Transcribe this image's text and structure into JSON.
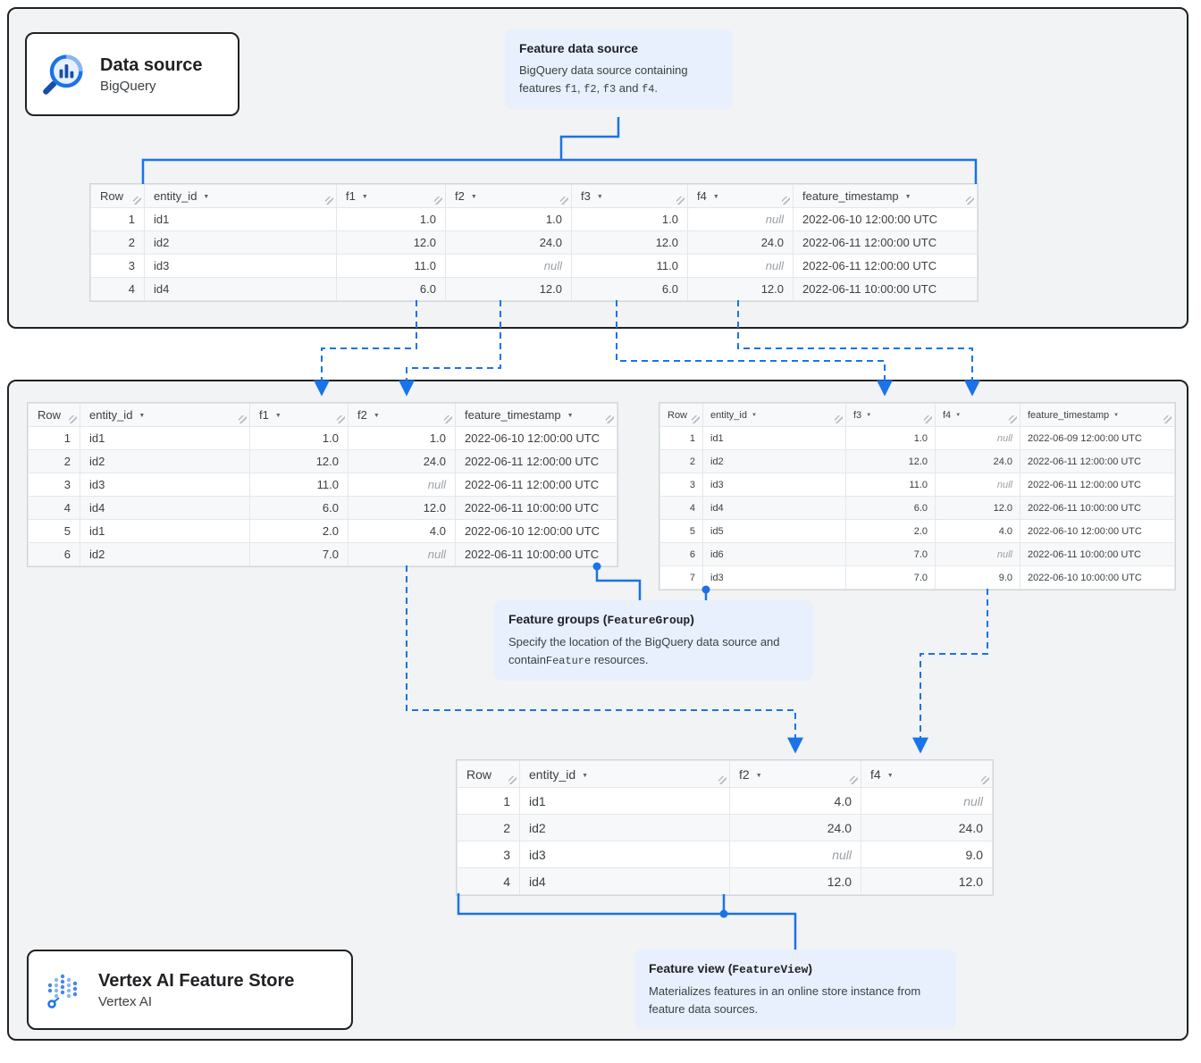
{
  "colors": {
    "accent_blue": "#1a73e8",
    "callout_bg": "#e8f0fe",
    "section_bg": "#f1f3f4",
    "table_header_bg": "#f8f9fa",
    "null_text": "#9aa0a6",
    "section_border": "#202124"
  },
  "cards": {
    "data_source": {
      "title": "Data source",
      "subtitle": "BigQuery",
      "icon": "bigquery-magnifier-icon"
    },
    "feature_store": {
      "title": "Vertex AI Feature Store",
      "subtitle": "Vertex AI",
      "icon": "vertex-ai-icon"
    }
  },
  "callouts": {
    "feature_data_source": {
      "title": [
        {
          "text": "Feature data source"
        }
      ],
      "body": [
        {
          "text": "BigQuery data source containing features "
        },
        {
          "text": "f1",
          "mono": true
        },
        {
          "text": ", "
        },
        {
          "text": "f2",
          "mono": true
        },
        {
          "text": ", "
        },
        {
          "text": "f3",
          "mono": true
        },
        {
          "text": " and "
        },
        {
          "text": "f4",
          "mono": true
        },
        {
          "text": "."
        }
      ]
    },
    "feature_groups": {
      "title": [
        {
          "text": "Feature groups ("
        },
        {
          "text": "FeatureGroup",
          "mono": true
        },
        {
          "text": ")"
        }
      ],
      "body": [
        {
          "text": "Specify the location of the BigQuery data source and contain"
        },
        {
          "text": "Feature",
          "mono": true
        },
        {
          "text": " resources."
        }
      ]
    },
    "feature_view": {
      "title": [
        {
          "text": "Feature view ("
        },
        {
          "text": "FeatureView",
          "mono": true
        },
        {
          "text": ")"
        }
      ],
      "body": [
        {
          "text": "Materializes features in an online store instance from feature data sources."
        }
      ]
    }
  },
  "tables": {
    "source": {
      "columns": [
        {
          "label": "Row",
          "sortable": false,
          "align": "right"
        },
        {
          "label": "entity_id",
          "sortable": true,
          "align": "left"
        },
        {
          "label": "f1",
          "sortable": true,
          "align": "right"
        },
        {
          "label": "f2",
          "sortable": true,
          "align": "right"
        },
        {
          "label": "f3",
          "sortable": true,
          "align": "right"
        },
        {
          "label": "f4",
          "sortable": true,
          "align": "right"
        },
        {
          "label": "feature_timestamp",
          "sortable": true,
          "align": "left"
        }
      ],
      "rows": [
        [
          "1",
          "id1",
          "1.0",
          "1.0",
          "1.0",
          "null",
          "2022-06-10 12:00:00 UTC"
        ],
        [
          "2",
          "id2",
          "12.0",
          "24.0",
          "12.0",
          "24.0",
          "2022-06-11 12:00:00 UTC"
        ],
        [
          "3",
          "id3",
          "11.0",
          "null",
          "11.0",
          "null",
          "2022-06-11 12:00:00 UTC"
        ],
        [
          "4",
          "id4",
          "6.0",
          "12.0",
          "6.0",
          "12.0",
          "2022-06-11 10:00:00 UTC"
        ]
      ]
    },
    "group_f1_f2": {
      "columns": [
        {
          "label": "Row",
          "sortable": false,
          "align": "right"
        },
        {
          "label": "entity_id",
          "sortable": true,
          "align": "left"
        },
        {
          "label": "f1",
          "sortable": true,
          "align": "right"
        },
        {
          "label": "f2",
          "sortable": true,
          "align": "right"
        },
        {
          "label": "feature_timestamp",
          "sortable": true,
          "align": "left"
        }
      ],
      "rows": [
        [
          "1",
          "id1",
          "1.0",
          "1.0",
          "2022-06-10 12:00:00 UTC"
        ],
        [
          "2",
          "id2",
          "12.0",
          "24.0",
          "2022-06-11 12:00:00 UTC"
        ],
        [
          "3",
          "id3",
          "11.0",
          "null",
          "2022-06-11 12:00:00 UTC"
        ],
        [
          "4",
          "id4",
          "6.0",
          "12.0",
          "2022-06-11 10:00:00 UTC"
        ],
        [
          "5",
          "id1",
          "2.0",
          "4.0",
          "2022-06-10 12:00:00 UTC"
        ],
        [
          "6",
          "id2",
          "7.0",
          "null",
          "2022-06-11 10:00:00 UTC"
        ]
      ]
    },
    "group_f3_f4": {
      "columns": [
        {
          "label": "Row",
          "sortable": false,
          "align": "right"
        },
        {
          "label": "entity_id",
          "sortable": true,
          "align": "left"
        },
        {
          "label": "f3",
          "sortable": true,
          "align": "right"
        },
        {
          "label": "f4",
          "sortable": true,
          "align": "right"
        },
        {
          "label": "feature_timestamp",
          "sortable": true,
          "align": "left"
        }
      ],
      "rows": [
        [
          "1",
          "id1",
          "1.0",
          "null",
          "2022-06-09 12:00:00 UTC"
        ],
        [
          "2",
          "id2",
          "12.0",
          "24.0",
          "2022-06-11 12:00:00 UTC"
        ],
        [
          "3",
          "id3",
          "11.0",
          "null",
          "2022-06-11 12:00:00 UTC"
        ],
        [
          "4",
          "id4",
          "6.0",
          "12.0",
          "2022-06-11 10:00:00 UTC"
        ],
        [
          "5",
          "id5",
          "2.0",
          "4.0",
          "2022-06-10 12:00:00 UTC"
        ],
        [
          "6",
          "id6",
          "7.0",
          "null",
          "2022-06-11 10:00:00 UTC"
        ],
        [
          "7",
          "id3",
          "7.0",
          "9.0",
          "2022-06-10 10:00:00 UTC"
        ]
      ]
    },
    "feature_view": {
      "columns": [
        {
          "label": "Row",
          "sortable": false,
          "align": "right"
        },
        {
          "label": "entity_id",
          "sortable": true,
          "align": "left"
        },
        {
          "label": "f2",
          "sortable": true,
          "align": "right"
        },
        {
          "label": "f4",
          "sortable": true,
          "align": "right"
        }
      ],
      "rows": [
        [
          "1",
          "id1",
          "4.0",
          "null"
        ],
        [
          "2",
          "id2",
          "24.0",
          "24.0"
        ],
        [
          "3",
          "id3",
          "null",
          "9.0"
        ],
        [
          "4",
          "id4",
          "12.0",
          "12.0"
        ]
      ]
    }
  }
}
